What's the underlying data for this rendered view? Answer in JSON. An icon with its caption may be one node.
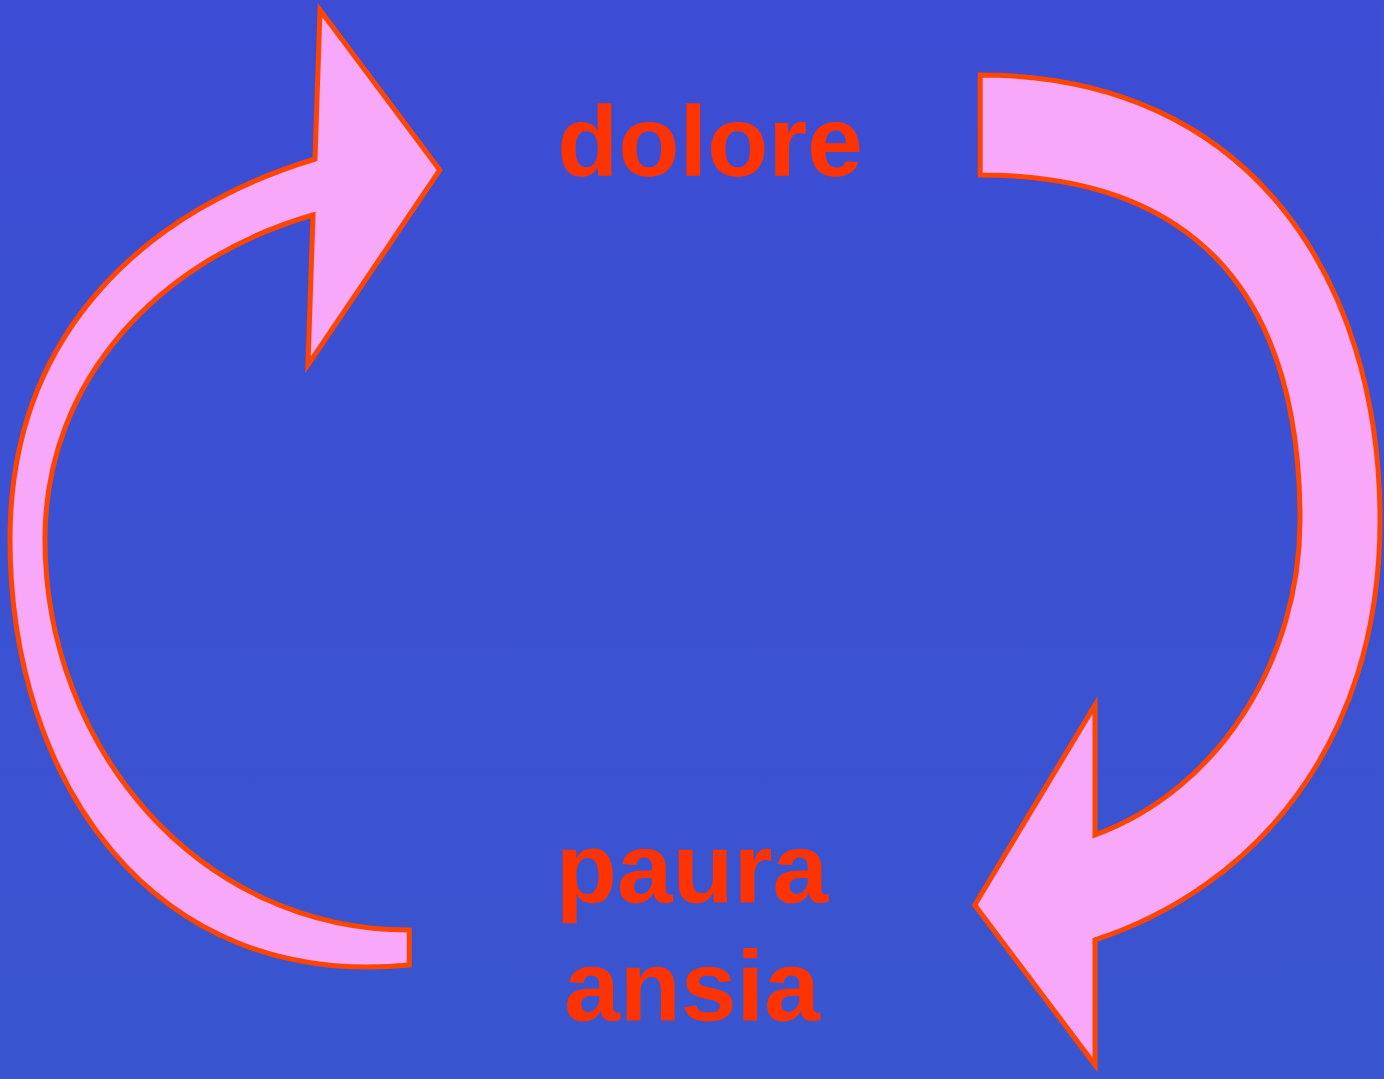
{
  "diagram": {
    "nodes": [
      {
        "text": [
          "dolore"
        ]
      },
      {
        "text": [
          "paura ansia"
        ]
      }
    ],
    "edges": [
      {
        "from": 0,
        "to": 1,
        "arrow": "to"
      },
      {
        "from": 1,
        "to": 0,
        "arrow": "to"
      }
    ]
  }
}
